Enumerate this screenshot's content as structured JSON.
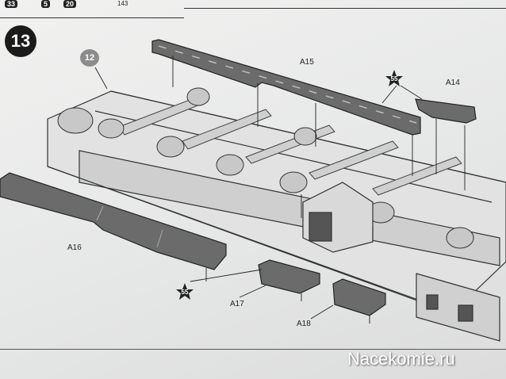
{
  "header_badges": [
    "33",
    "5",
    "20",
    "143"
  ],
  "step": {
    "number": "13",
    "reference": "12"
  },
  "parts": {
    "a14": "A14",
    "a15": "A15",
    "a16": "A16",
    "a17": "A17",
    "a18": "A18"
  },
  "callouts": {
    "star_top": "55",
    "star_bottom": "55"
  },
  "watermark": "Nacekomie.ru"
}
